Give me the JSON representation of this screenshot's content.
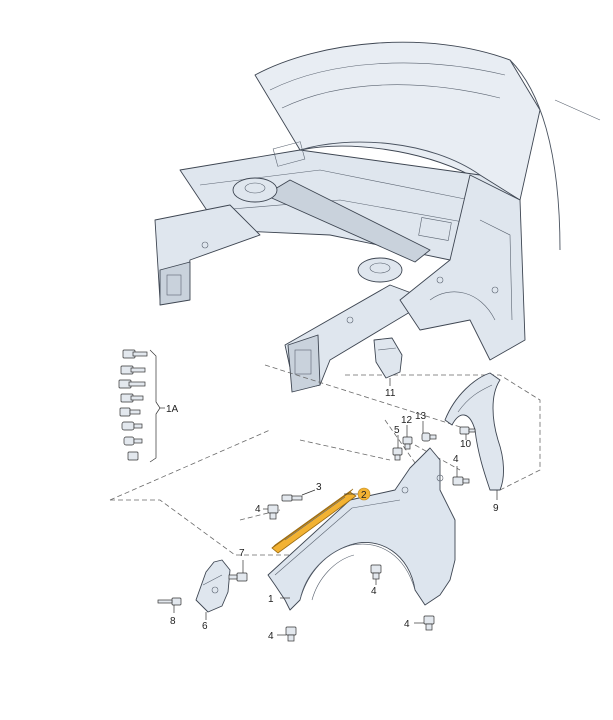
{
  "callouts": {
    "c1": "1",
    "c1a": "1A",
    "c2": "2",
    "c3": "3",
    "c4a": "4",
    "c4b": "4",
    "c4c": "4",
    "c4d": "4",
    "c4e": "4",
    "c5": "5",
    "c6": "6",
    "c7": "7",
    "c8": "8",
    "c9": "9",
    "c10": "10",
    "c11": "11",
    "c12": "12",
    "c13": "13"
  },
  "colors": {
    "highlight": "#f2b233",
    "panel": "#dfe6ee"
  }
}
